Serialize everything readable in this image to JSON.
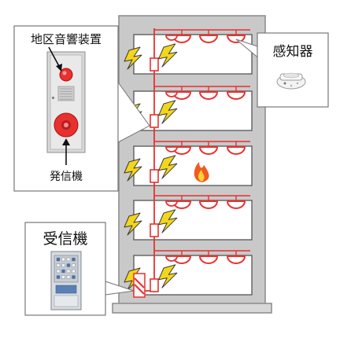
{
  "labels": {
    "alarm_device": "地区音響装置",
    "detector": "感知器",
    "transmitter": "発信機",
    "receiver": "受信機"
  },
  "floors": [
    {
      "fire": false
    },
    {
      "fire": false
    },
    {
      "fire": true
    },
    {
      "fire": false
    },
    {
      "fire": false
    }
  ],
  "colors": {
    "wiring": "#e8312f",
    "lightning": "#f3d61b",
    "lightning_outline": "#3a3a3a",
    "building_wall": "#c9c9c9",
    "floor_fill": "#ffffff",
    "callout_fill": "#ffffff"
  },
  "icons": {
    "detector": "smoke-detector-icon",
    "fire": "flame-icon",
    "alarm": "lightning-bolt-icon"
  }
}
